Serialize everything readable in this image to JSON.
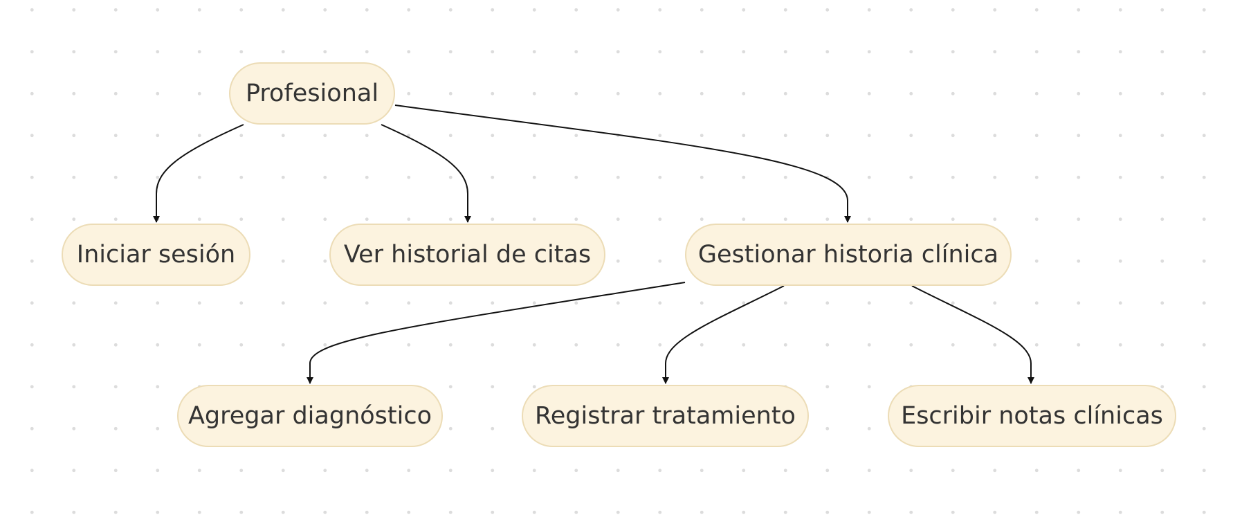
{
  "nodes": {
    "profesional": "Profesional",
    "iniciar_sesion": "Iniciar sesión",
    "ver_historial": "Ver historial de citas",
    "gestionar_historia": "Gestionar historia clínica",
    "agregar_diagnostico": "Agregar diagnóstico",
    "registrar_tratamiento": "Registrar tratamiento",
    "escribir_notas": "Escribir notas clínicas"
  },
  "edges": [
    {
      "from": "Profesional",
      "to": "Iniciar sesión"
    },
    {
      "from": "Profesional",
      "to": "Ver historial de citas"
    },
    {
      "from": "Profesional",
      "to": "Gestionar historia clínica"
    },
    {
      "from": "Gestionar historia clínica",
      "to": "Agregar diagnóstico"
    },
    {
      "from": "Gestionar historia clínica",
      "to": "Registrar tratamiento"
    },
    {
      "from": "Gestionar historia clínica",
      "to": "Escribir notas clínicas"
    }
  ],
  "colors": {
    "node_fill": "#fcf3df",
    "node_border": "#ecdcb6",
    "text": "#333333",
    "edge": "#111111"
  }
}
